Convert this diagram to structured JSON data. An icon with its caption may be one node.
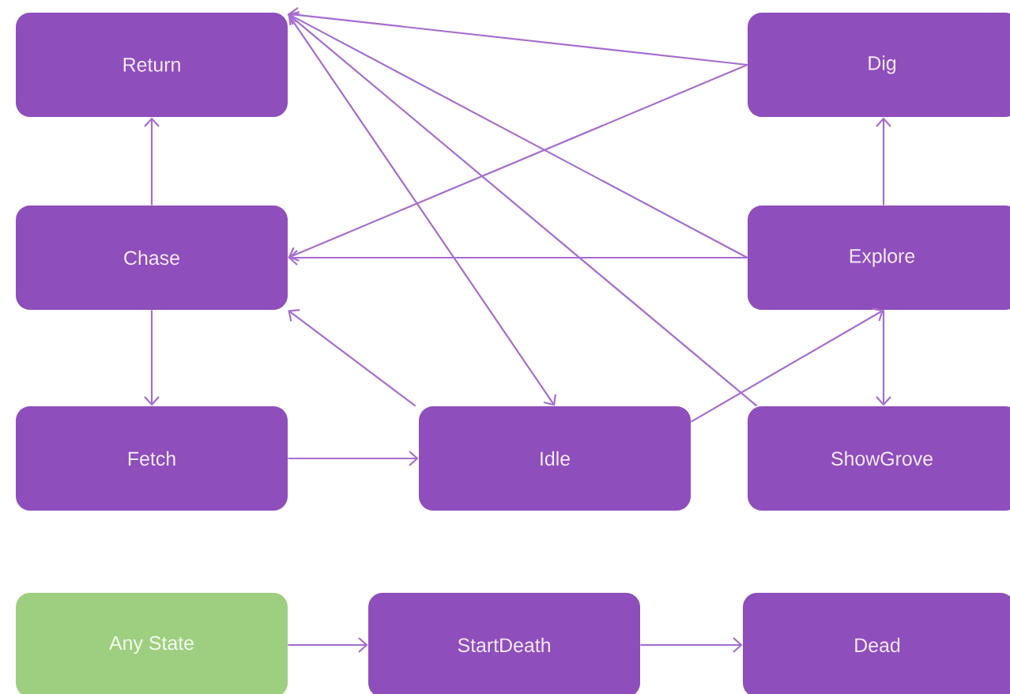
{
  "diagram": {
    "nodes": [
      {
        "text": [
          "Return"
        ]
      },
      {
        "text": [
          "Dig"
        ]
      },
      {
        "text": [
          "Chase"
        ]
      },
      {
        "text": [
          "Explore"
        ]
      },
      {
        "text": [
          "Fetch"
        ]
      },
      {
        "text": [
          "Idle"
        ]
      },
      {
        "text": [
          "ShowGrove"
        ]
      },
      {
        "text": [
          "Any State"
        ]
      },
      {
        "text": [
          "StartDeath"
        ]
      },
      {
        "text": [
          "Dead"
        ]
      }
    ],
    "edges": [
      {
        "from": 2,
        "to": 0,
        "arrow": "to"
      },
      {
        "from": 2,
        "to": 4,
        "arrow": "to"
      },
      {
        "from": 4,
        "to": 5,
        "arrow": "to"
      },
      {
        "from": 0,
        "to": 5,
        "arrow": "to"
      },
      {
        "from": 5,
        "to": 2,
        "arrow": "to"
      },
      {
        "from": 1,
        "to": 0,
        "arrow": "to"
      },
      {
        "from": 1,
        "to": 2,
        "arrow": "to"
      },
      {
        "from": 3,
        "to": 0,
        "arrow": "to"
      },
      {
        "from": 3,
        "to": 2,
        "arrow": "to"
      },
      {
        "from": 6,
        "to": 0,
        "arrow": "to"
      },
      {
        "from": 5,
        "to": 3,
        "arrow": "to"
      },
      {
        "from": 3,
        "to": 1,
        "arrow": "to"
      },
      {
        "from": 3,
        "to": 6,
        "arrow": "to"
      },
      {
        "from": 7,
        "to": 8,
        "arrow": "to"
      },
      {
        "from": 8,
        "to": 9,
        "arrow": "to"
      }
    ]
  }
}
